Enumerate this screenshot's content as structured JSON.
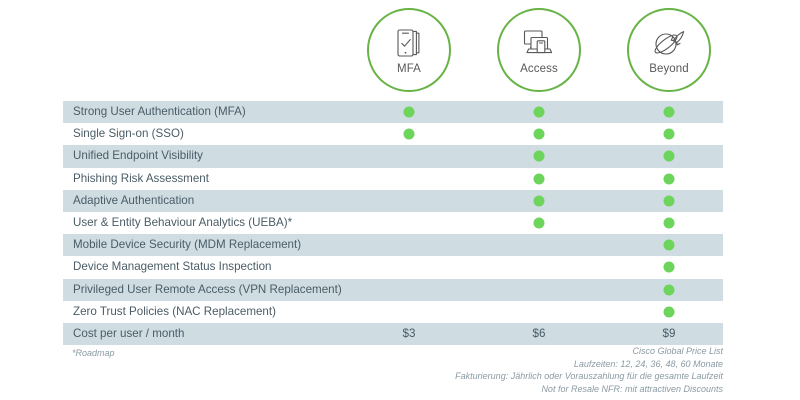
{
  "tiers": [
    {
      "label": "MFA",
      "icon": "mobile-check-icon"
    },
    {
      "label": "Access",
      "icon": "devices-icon"
    },
    {
      "label": "Beyond",
      "icon": "rocket-planet-icon"
    }
  ],
  "colors": {
    "accent_green": "#67B346",
    "dot_green": "#6DD45C",
    "row_shaded": "#CFDCE2",
    "text": "#4A5C66",
    "footer_text": "#8A9AA3"
  },
  "table": {
    "columns": [
      "MFA",
      "Access",
      "Beyond"
    ],
    "rows": [
      {
        "label": "Strong User Authentication (MFA)",
        "dots": [
          true,
          true,
          true
        ]
      },
      {
        "label": "Single Sign-on (SSO)",
        "dots": [
          true,
          true,
          true
        ]
      },
      {
        "label": "Unified Endpoint Visibility",
        "dots": [
          false,
          true,
          true
        ]
      },
      {
        "label": "Phishing Risk Assessment",
        "dots": [
          false,
          true,
          true
        ]
      },
      {
        "label": "Adaptive Authentication",
        "dots": [
          false,
          true,
          true
        ]
      },
      {
        "label": "User & Entity Behaviour Analytics (UEBA)*",
        "dots": [
          false,
          true,
          true
        ]
      },
      {
        "label": "Mobile Device Security (MDM Replacement)",
        "dots": [
          false,
          false,
          true
        ]
      },
      {
        "label": "Device Management Status Inspection",
        "dots": [
          false,
          false,
          true
        ]
      },
      {
        "label": "Privileged User Remote Access (VPN Replacement)",
        "dots": [
          false,
          false,
          true
        ]
      },
      {
        "label": "Zero Trust Policies (NAC Replacement)",
        "dots": [
          false,
          false,
          true
        ]
      }
    ],
    "cost_row": {
      "label": "Cost per user / month",
      "values": [
        "$3",
        "$6",
        "$9"
      ]
    }
  },
  "footnote": "*Roadmap",
  "footer_right": [
    "Cisco Global Price List",
    "Laufzeiten: 12, 24, 36, 48, 60 Monate",
    "Fakturierung: Jährlich oder Vorauszahlung für die gesamte Laufzeit",
    "Not for Resale NFR: mit attractiven Discounts"
  ]
}
